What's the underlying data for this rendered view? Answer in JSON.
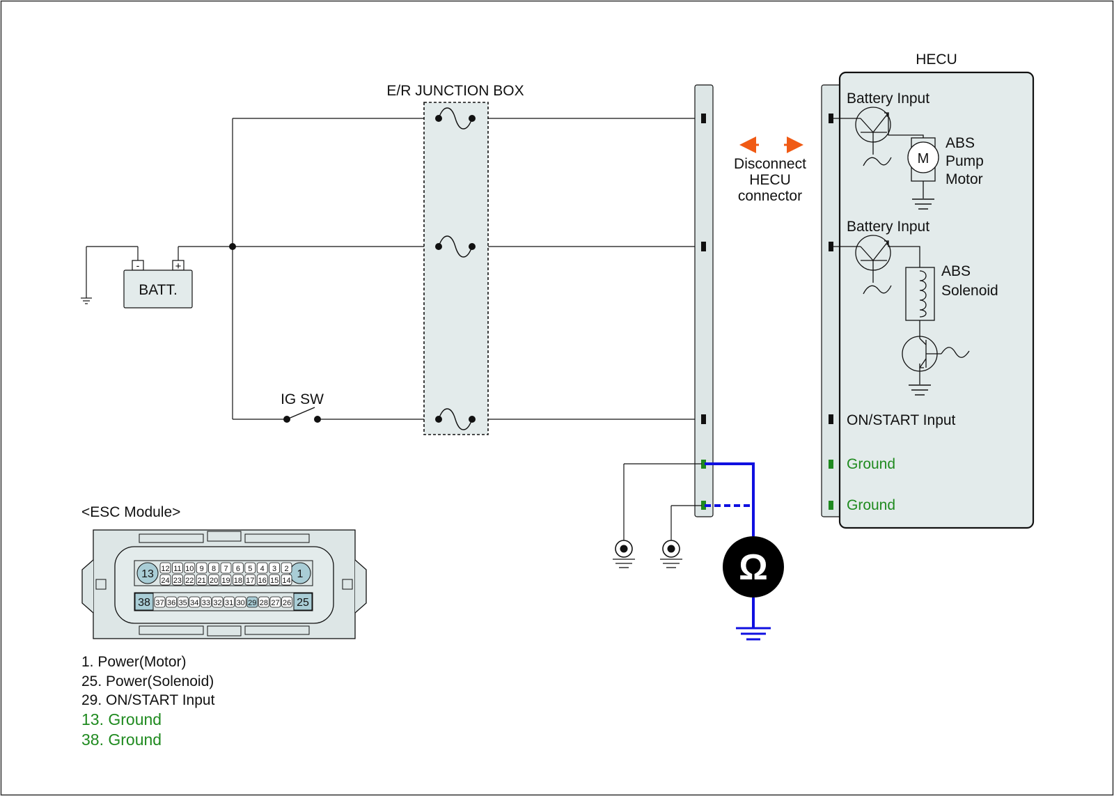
{
  "colors": {
    "wire": "#111111",
    "ground_pin": "#1f8a1f",
    "meter": "#1010e0",
    "arrow": "#f05a14",
    "panel_fill": "#e3ebeb",
    "connector_fill": "#dde6e6",
    "pin_hilite": "#a9cdd6"
  },
  "battery": {
    "label": "BATT.",
    "minus": "-",
    "plus": "+"
  },
  "junction_box": {
    "title": "E/R JUNCTION BOX"
  },
  "switch": {
    "label": "IG SW"
  },
  "disconnect_note": {
    "line1": "Disconnect",
    "line2": "HECU",
    "line3": "connector"
  },
  "hecu": {
    "title": "HECU",
    "battery_input_1": "Battery Input",
    "motor_symbol": "M",
    "motor_line1": "ABS",
    "motor_line2": "Pump",
    "motor_line3": "Motor",
    "battery_input_2": "Battery Input",
    "solenoid_line1": "ABS",
    "solenoid_line2": "Solenoid",
    "on_start": "ON/START Input",
    "ground_1": "Ground",
    "ground_2": "Ground"
  },
  "ohmmeter": {
    "symbol": "Ω"
  },
  "esc_module": {
    "title": "<ESC Module>",
    "row1_left_big": "13",
    "row1_right_big": "1",
    "row1_pins": [
      "12",
      "11",
      "10",
      "9",
      "8",
      "7",
      "6",
      "5",
      "4",
      "3",
      "2"
    ],
    "row1b_pins": [
      "24",
      "23",
      "22",
      "21",
      "20",
      "19",
      "18",
      "17",
      "16",
      "15",
      "14"
    ],
    "row2_left_big": "38",
    "row2_right_big": "25",
    "row2_pins": [
      "37",
      "36",
      "35",
      "34",
      "33",
      "32",
      "31",
      "30",
      "29",
      "28",
      "27",
      "26"
    ],
    "highlighted_pin": "29"
  },
  "legend": [
    {
      "text": "1. Power(Motor)",
      "kind": "normal"
    },
    {
      "text": "25. Power(Solenoid)",
      "kind": "normal"
    },
    {
      "text": "29. ON/START Input",
      "kind": "normal"
    },
    {
      "text": "13. Ground",
      "kind": "ground"
    },
    {
      "text": "38. Ground",
      "kind": "ground"
    }
  ]
}
